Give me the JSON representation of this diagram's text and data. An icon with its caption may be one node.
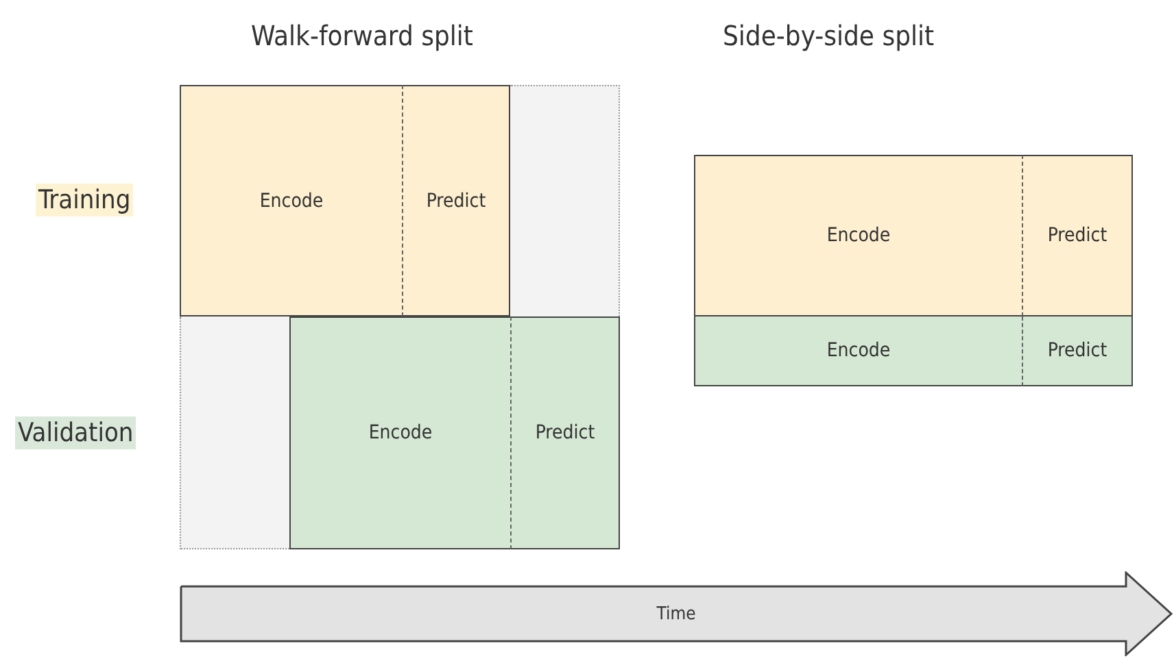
{
  "diagram": {
    "nodes": [
      {
        "text": [
          "Encode"
        ]
      },
      {
        "text": [
          "Predict"
        ]
      },
      {
        "text": [],
        "shape": "box"
      },
      {
        "text": [],
        "shape": "box"
      },
      {
        "text": [
          "Encode"
        ]
      },
      {
        "text": [
          "Predict"
        ]
      },
      {
        "text": [
          "Encode"
        ]
      },
      {
        "text": [
          "Predict"
        ]
      },
      {
        "text": [
          "Encode"
        ]
      },
      {
        "text": [
          "Predict"
        ]
      },
      {
        "text": [
          "Time"
        ]
      }
    ],
    "labels": [
      "Walk-forward split",
      "Side-by-side split",
      "Training",
      "Validation"
    ]
  }
}
